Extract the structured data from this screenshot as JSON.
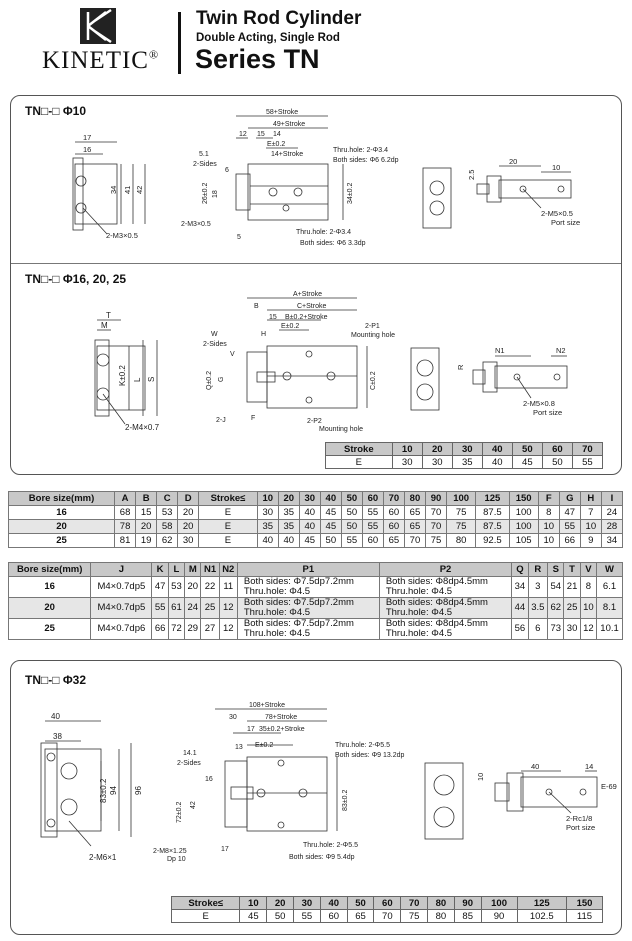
{
  "header": {
    "brand": "KINETIC",
    "registered": "®",
    "title": "Twin Rod Cylinder",
    "subtitle": "Double Acting, Single Rod",
    "series": "Series TN"
  },
  "section1": {
    "title": "TN□-□  Φ10",
    "dims": {
      "w17": "17",
      "w16": "16",
      "h34": "34",
      "h41": "41",
      "h42": "42",
      "m3": "2-M3×0.5",
      "top58": "58+Stroke",
      "top49": "49+Stroke",
      "top12": "12",
      "top15": "15",
      "top14": "14",
      "e02": "E±0.2",
      "stroke14": "14+Stroke",
      "d51": "5.1",
      "sides": "2-Sides",
      "h26": "26±0.2",
      "h18": "18",
      "d6": "6",
      "m3b": "2-M3×0.5",
      "d5": "5",
      "thru1": "Thru.hole: 2-Φ3.4",
      "both1": "Both sides: Φ6  6.2dp",
      "h34b": "34±0.2",
      "thru2": "Thru.hole: 2-Φ3.4",
      "both2": "Both sides: Φ6  3.3dp",
      "r20": "20",
      "r10": "10",
      "r25": "2.5",
      "m5": "2-M5×0.5",
      "portsize": "Port size"
    }
  },
  "section2": {
    "title": "TN□-□  Φ16, 20, 25",
    "dims": {
      "T": "T",
      "M": "M",
      "K": "K±0.2",
      "L": "L",
      "S": "S",
      "m4": "2-M4×0.7",
      "A": "A+Stroke",
      "B": "B",
      "C": "C+Stroke",
      "d15": "15",
      "B02": "B±0.2+Stroke",
      "E": "E±0.2",
      "H": "H",
      "W": "W",
      "sides": "2-Sides",
      "V": "V",
      "Q": "Q±0.2",
      "G": "G",
      "J": "2-J",
      "F": "F",
      "P1": "2-P1",
      "mount1": "Mounting hole",
      "Cb": "C±0.2",
      "P2": "2-P2",
      "mount2": "Mounting hole",
      "R": "R",
      "N1": "N1",
      "N2": "N2",
      "m5": "2-M5×0.8",
      "portsize": "Port size"
    },
    "stroke_table": {
      "header": [
        "Stroke",
        "10",
        "20",
        "30",
        "40",
        "50",
        "60",
        "70"
      ],
      "row": [
        "E",
        "30",
        "30",
        "35",
        "40",
        "45",
        "50",
        "55"
      ]
    }
  },
  "bore_table": {
    "header": [
      "Bore size(mm)",
      "A",
      "B",
      "C",
      "D",
      "Stroke≤",
      "10",
      "20",
      "30",
      "40",
      "50",
      "60",
      "70",
      "80",
      "90",
      "100",
      "125",
      "150",
      "F",
      "G",
      "H",
      "I"
    ],
    "rows": [
      [
        "16",
        "68",
        "15",
        "53",
        "20",
        "E",
        "30",
        "35",
        "40",
        "45",
        "50",
        "55",
        "60",
        "65",
        "70",
        "75",
        "87.5",
        "100",
        "8",
        "47",
        "7",
        "24"
      ],
      [
        "20",
        "78",
        "20",
        "58",
        "20",
        "E",
        "35",
        "35",
        "40",
        "45",
        "50",
        "55",
        "60",
        "65",
        "70",
        "75",
        "87.5",
        "100",
        "10",
        "55",
        "10",
        "28"
      ],
      [
        "25",
        "81",
        "19",
        "62",
        "30",
        "E",
        "40",
        "40",
        "45",
        "50",
        "55",
        "60",
        "65",
        "70",
        "75",
        "80",
        "92.5",
        "105",
        "10",
        "66",
        "9",
        "34"
      ]
    ]
  },
  "bore_table2": {
    "header": [
      "Bore size(mm)",
      "J",
      "K",
      "L",
      "M",
      "N1",
      "N2",
      "P1",
      "P2",
      "Q",
      "R",
      "S",
      "T",
      "V",
      "W"
    ],
    "rows": [
      {
        "bore": "16",
        "J": "M4×0.7dp5",
        "K": "47",
        "L": "53",
        "M": "20",
        "N1": "22",
        "N2": "11",
        "p1a": "Both sides: Φ7.5dp7.2mm",
        "p1b": "Thru.hole: Φ4.5",
        "p2a": "Both sides: Φ8dp4.5mm",
        "p2b": "Thru.hole: Φ4.5",
        "Q": "34",
        "R": "3",
        "S": "54",
        "T": "21",
        "V": "8",
        "W": "6.1"
      },
      {
        "bore": "20",
        "J": "M4×0.7dp5",
        "K": "55",
        "L": "61",
        "M": "24",
        "N1": "25",
        "N2": "12",
        "p1a": "Both sides: Φ7.5dp7.2mm",
        "p1b": "Thru.hole: Φ4.5",
        "p2a": "Both sides: Φ8dp4.5mm",
        "p2b": "Thru.hole: Φ4.5",
        "Q": "44",
        "R": "3.5",
        "S": "62",
        "T": "25",
        "V": "10",
        "W": "8.1"
      },
      {
        "bore": "25",
        "J": "M4×0.7dp6",
        "K": "66",
        "L": "72",
        "M": "29",
        "N1": "27",
        "N2": "12",
        "p1a": "Both sides: Φ7.5dp7.2mm",
        "p1b": "Thru.hole: Φ4.5",
        "p2a": "Both sides: Φ8dp4.5mm",
        "p2b": "Thru.hole: Φ4.5",
        "Q": "56",
        "R": "6",
        "S": "73",
        "T": "30",
        "V": "12",
        "W": "10.1"
      }
    ]
  },
  "section3": {
    "title": "TN□-□  Φ32",
    "dims": {
      "w40": "40",
      "w38": "38",
      "h83": "83±0.2",
      "h94": "94",
      "h96": "96",
      "m6": "2-M6×1",
      "top108": "108+Stroke",
      "top30": "30",
      "top78": "78+Stroke",
      "d13": "13",
      "e02": "E±0.2",
      "d17": "17",
      "d35": "35±0.2+Stroke",
      "d141": "14.1",
      "sides": "2-Sides",
      "d16": "16",
      "h72": "72±0.2",
      "h42": "42",
      "m8": "2-M8×1.25",
      "dp10": "Dp 10",
      "d17b": "17",
      "thru1": "Thru.hole: 2-Φ5.5",
      "both1": "Both sides: Φ9  13.2dp",
      "h83b": "83±0.2",
      "thru2": "Thru.hole: 2-Φ5.5",
      "both2": "Both sides: Φ9  5.4dp",
      "r10": "10",
      "r40": "40",
      "r14": "14",
      "e69": "E-69",
      "rc": "2-Rc1/8",
      "portsize": "Port size"
    },
    "stroke_table": {
      "header": [
        "Stroke≤",
        "10",
        "20",
        "30",
        "40",
        "50",
        "60",
        "70",
        "80",
        "90",
        "100",
        "125",
        "150"
      ],
      "row": [
        "E",
        "45",
        "50",
        "55",
        "60",
        "65",
        "70",
        "75",
        "80",
        "85",
        "90",
        "102.5",
        "115"
      ]
    }
  }
}
